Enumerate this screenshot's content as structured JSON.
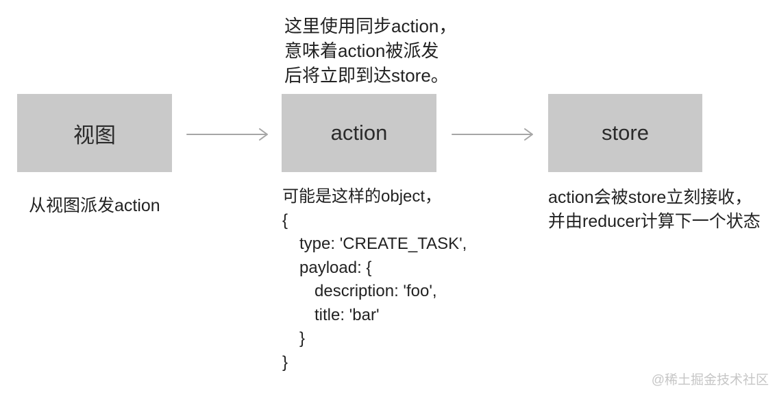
{
  "colors": {
    "box_fill": "#c9c9c9",
    "box_text": "#2b2b2b",
    "text": "#222222",
    "arrow": "#a6a6a6",
    "watermark": "#c6c6c6"
  },
  "top_annotation": {
    "lines": [
      "这里使用同步action，",
      "意味着action被派发",
      "后将立即到达store。"
    ]
  },
  "nodes": [
    {
      "id": "view",
      "label": "视图"
    },
    {
      "id": "action",
      "label": "action"
    },
    {
      "id": "store",
      "label": "store"
    }
  ],
  "arrows": [
    {
      "from": "view",
      "to": "action"
    },
    {
      "from": "action",
      "to": "store"
    }
  ],
  "captions": {
    "view": "从视图派发action",
    "action_intro": "可能是这样的object，",
    "store_lines": [
      "action会被store立刻接收，",
      "并由reducer计算下一个状态"
    ]
  },
  "code_block": {
    "lines": [
      {
        "indent": 0,
        "text": "{"
      },
      {
        "indent": 1,
        "text": "type: 'CREATE_TASK',"
      },
      {
        "indent": 1,
        "text": "payload: {"
      },
      {
        "indent": 2,
        "text": "description: 'foo',"
      },
      {
        "indent": 2,
        "text": "title: 'bar'"
      },
      {
        "indent": 1,
        "text": "}"
      },
      {
        "indent": 0,
        "text": "}"
      }
    ]
  },
  "watermark": "@稀土掘金技术社区"
}
